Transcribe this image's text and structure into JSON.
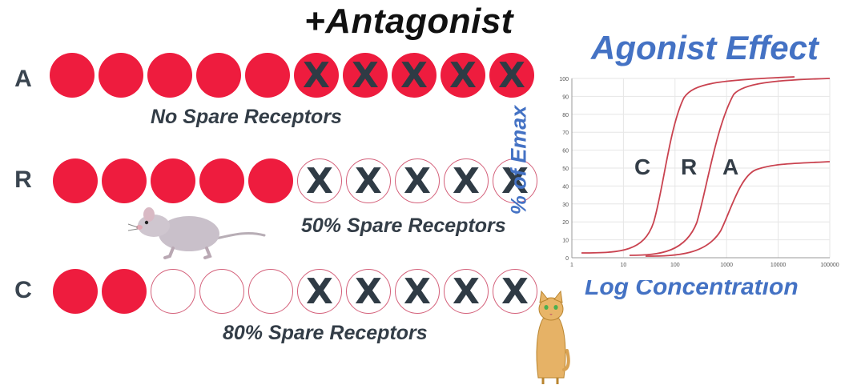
{
  "antagonist_label": "+Antagonist",
  "rows": [
    {
      "label": "A",
      "caption": "No Spare Receptors",
      "circles": [
        "filled",
        "filled",
        "filled",
        "filled",
        "filled",
        "blocked-filled",
        "blocked-filled",
        "blocked-filled",
        "blocked-filled",
        "blocked-filled"
      ]
    },
    {
      "label": "R",
      "caption": "50% Spare Receptors",
      "circles": [
        "filled",
        "filled",
        "filled",
        "filled",
        "filled",
        "blocked-empty",
        "blocked-empty",
        "blocked-empty",
        "blocked-empty",
        "blocked-empty"
      ]
    },
    {
      "label": "C",
      "caption": "80% Spare Receptors",
      "circles": [
        "filled",
        "filled",
        "empty",
        "empty",
        "empty",
        "blocked-empty",
        "blocked-empty",
        "blocked-empty",
        "blocked-empty",
        "blocked-empty"
      ]
    }
  ],
  "blocked_mark": "X",
  "graph": {
    "title": "Agonist Effect",
    "ylabel": "% of Emax",
    "xlabel": "Log Concentration",
    "y_ticks": [
      "0",
      "10",
      "20",
      "30",
      "40",
      "50",
      "60",
      "70",
      "80",
      "90",
      "100"
    ],
    "x_ticks": [
      "1",
      "10",
      "100",
      "1000",
      "10000",
      "100000"
    ],
    "curve_labels": [
      "C",
      "R",
      "A"
    ]
  },
  "colors": {
    "receptor_fill": "#ee1c3e",
    "curve": "#c9424f",
    "title_blue": "#4472c4"
  },
  "icons": [
    "rat-icon",
    "cat-icon"
  ]
}
